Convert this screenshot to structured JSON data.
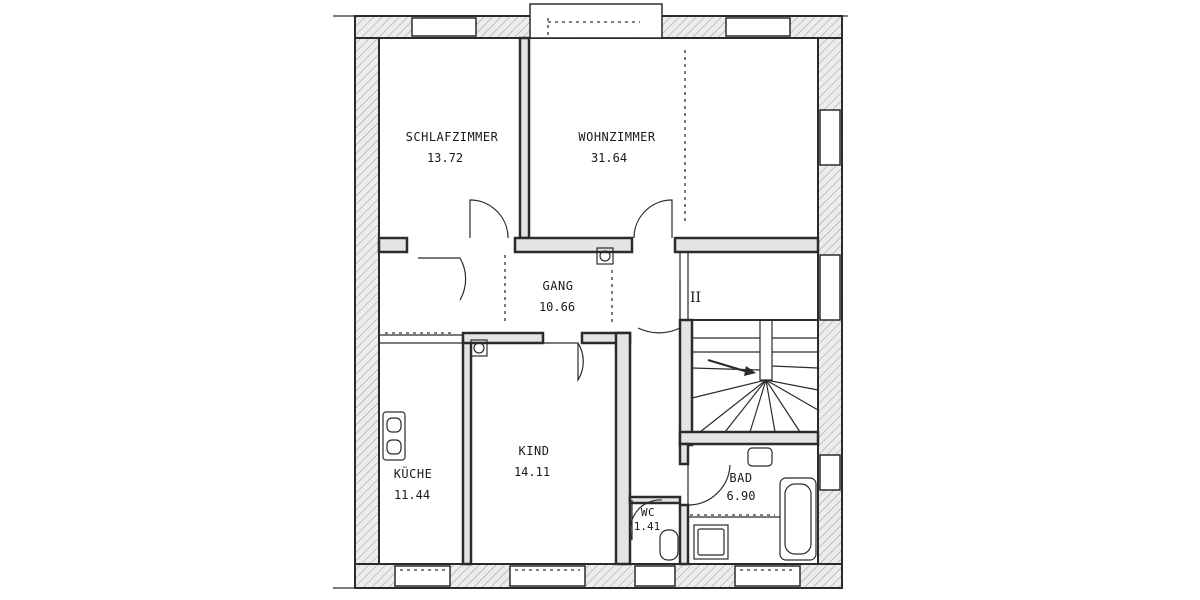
{
  "rooms": {
    "schlafzimmer": {
      "name": "SCHLAFZIMMER",
      "area": "13.72"
    },
    "wohnzimmer": {
      "name": "WOHNZIMMER",
      "area": "31.64"
    },
    "gang": {
      "name": "GANG",
      "area": "10.66"
    },
    "kind": {
      "name": "KIND",
      "area": "14.11"
    },
    "kueche": {
      "name": "KÜCHE",
      "area": "11.44"
    },
    "bad": {
      "name": "BAD",
      "area": "6.90"
    },
    "wc": {
      "name": "WC",
      "area": "1.41"
    }
  },
  "stair_mark": "II",
  "colors": {
    "wall_fill": "#e4e4e4",
    "line": "#2b2b2b",
    "background": "#ffffff"
  }
}
